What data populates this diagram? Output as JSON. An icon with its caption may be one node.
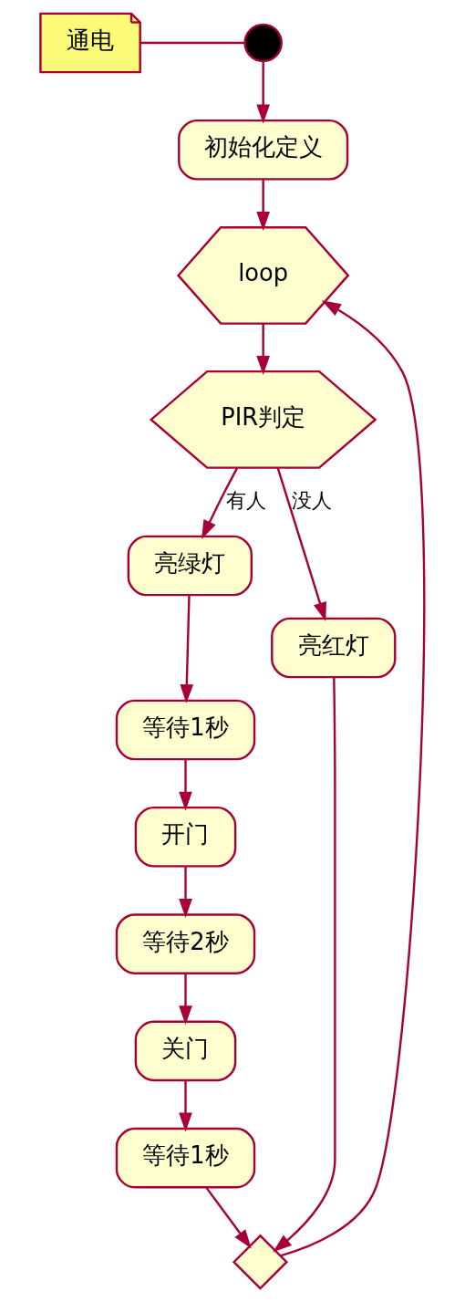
{
  "diagram": {
    "nodes": [
      {
        "text": [],
        "shape": "circle"
      },
      {
        "text": [
          "通电"
        ]
      },
      {
        "text": [
          "初始化定义"
        ]
      },
      {
        "text": [
          "loop"
        ]
      },
      {
        "text": [
          "PIR判定"
        ]
      },
      {
        "text": [
          "亮绿灯"
        ]
      },
      {
        "text": [
          "亮红灯"
        ]
      },
      {
        "text": [
          "等待1秒"
        ]
      },
      {
        "text": [
          "开门"
        ]
      },
      {
        "text": [
          "等待2秒"
        ]
      },
      {
        "text": [
          "关门"
        ]
      },
      {
        "text": [
          "等待1秒"
        ]
      },
      {
        "text": [],
        "shape": "diamond"
      }
    ],
    "edges": [
      {
        "from": 1,
        "to": 0,
        "arrow": "none"
      },
      {
        "from": 0,
        "to": 2,
        "arrow": "to"
      },
      {
        "from": 2,
        "to": 3,
        "arrow": "to"
      },
      {
        "from": 3,
        "to": 4,
        "arrow": "to"
      },
      {
        "from": 4,
        "to": 5,
        "arrow": "to",
        "label": "有人"
      },
      {
        "from": 4,
        "to": 6,
        "arrow": "to",
        "label": "没人"
      },
      {
        "from": 5,
        "to": 7,
        "arrow": "to"
      },
      {
        "from": 7,
        "to": 8,
        "arrow": "to"
      },
      {
        "from": 8,
        "to": 9,
        "arrow": "to"
      },
      {
        "from": 9,
        "to": 10,
        "arrow": "to"
      },
      {
        "from": 10,
        "to": 11,
        "arrow": "to"
      },
      {
        "from": 11,
        "to": 12,
        "arrow": "to"
      },
      {
        "from": 6,
        "to": 12,
        "arrow": "to"
      },
      {
        "from": 12,
        "to": 3,
        "arrow": "to"
      }
    ]
  }
}
